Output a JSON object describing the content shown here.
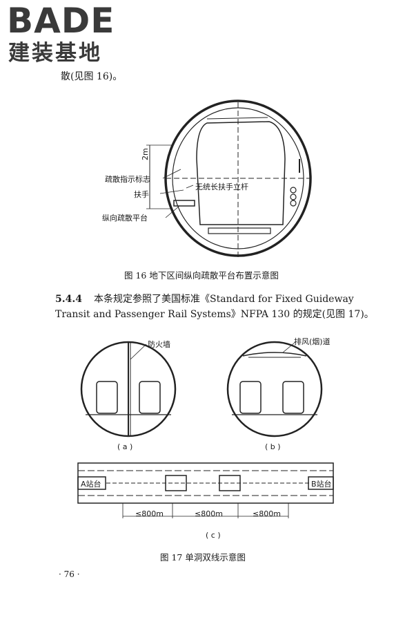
{
  "logo": {
    "brand": "BADE",
    "subtitle": "建装基地"
  },
  "text": {
    "line_top": "散(见图 16)。",
    "section_number": "5.4.4",
    "para_line1": "本条规定参照了美国标准《Standard for Fixed Guideway",
    "para_line2": "Transit and Passenger Rail Systems》NFPA 130 的规定(见图 17)。"
  },
  "figure16": {
    "caption": "图 16   地下区间纵向疏散平台布置示意图",
    "labels": {
      "height": "2m",
      "sign": "疏散指示标志",
      "handrail": "扶手",
      "pole": "无统长扶手立杆",
      "platform": "纵向疏散平台"
    }
  },
  "figure17": {
    "caption": "图 17   单洞双线示意图",
    "a": {
      "label": "防火墙",
      "sub": "( a )"
    },
    "b": {
      "label": "排风(烟)道",
      "sub": "( b )"
    },
    "c": {
      "station_a": "A站台",
      "station_b": "B站台",
      "distances": [
        "≤800m",
        "≤800m",
        "≤800m"
      ],
      "sub": "( c )"
    }
  },
  "page_number": "· 76 ·"
}
